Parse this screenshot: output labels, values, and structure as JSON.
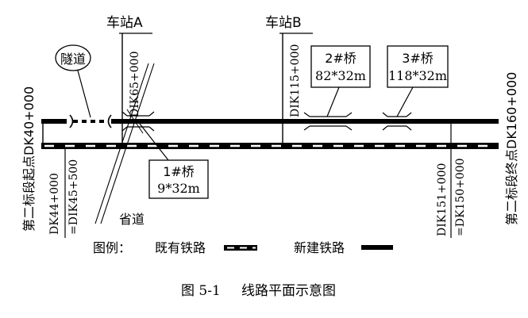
{
  "stations": {
    "a": "车站A",
    "b": "车站B"
  },
  "tunnel": "隧道",
  "chainages": {
    "dik65": "DIK65+000",
    "dik115": "DIK115+000",
    "dk44": "DK44+000",
    "dik45": "=DIK45+500",
    "dik151": "DIK151+000",
    "dk150": "=DK150+000"
  },
  "section": {
    "start": "第二标段起点DK40+000",
    "end": "第二标段终点DK160+000"
  },
  "bridges": {
    "b1": {
      "name": "1#桥",
      "span": "9*32m"
    },
    "b2": {
      "name": "2#桥",
      "span": "82*32m"
    },
    "b3": {
      "name": "3#桥",
      "span": "118*32m"
    }
  },
  "road": "省道",
  "legend": {
    "title": "图例：",
    "existing": "既有铁路",
    "new": "新建铁路"
  },
  "caption": {
    "number": "图 5-1",
    "text": "线路平面示意图"
  }
}
